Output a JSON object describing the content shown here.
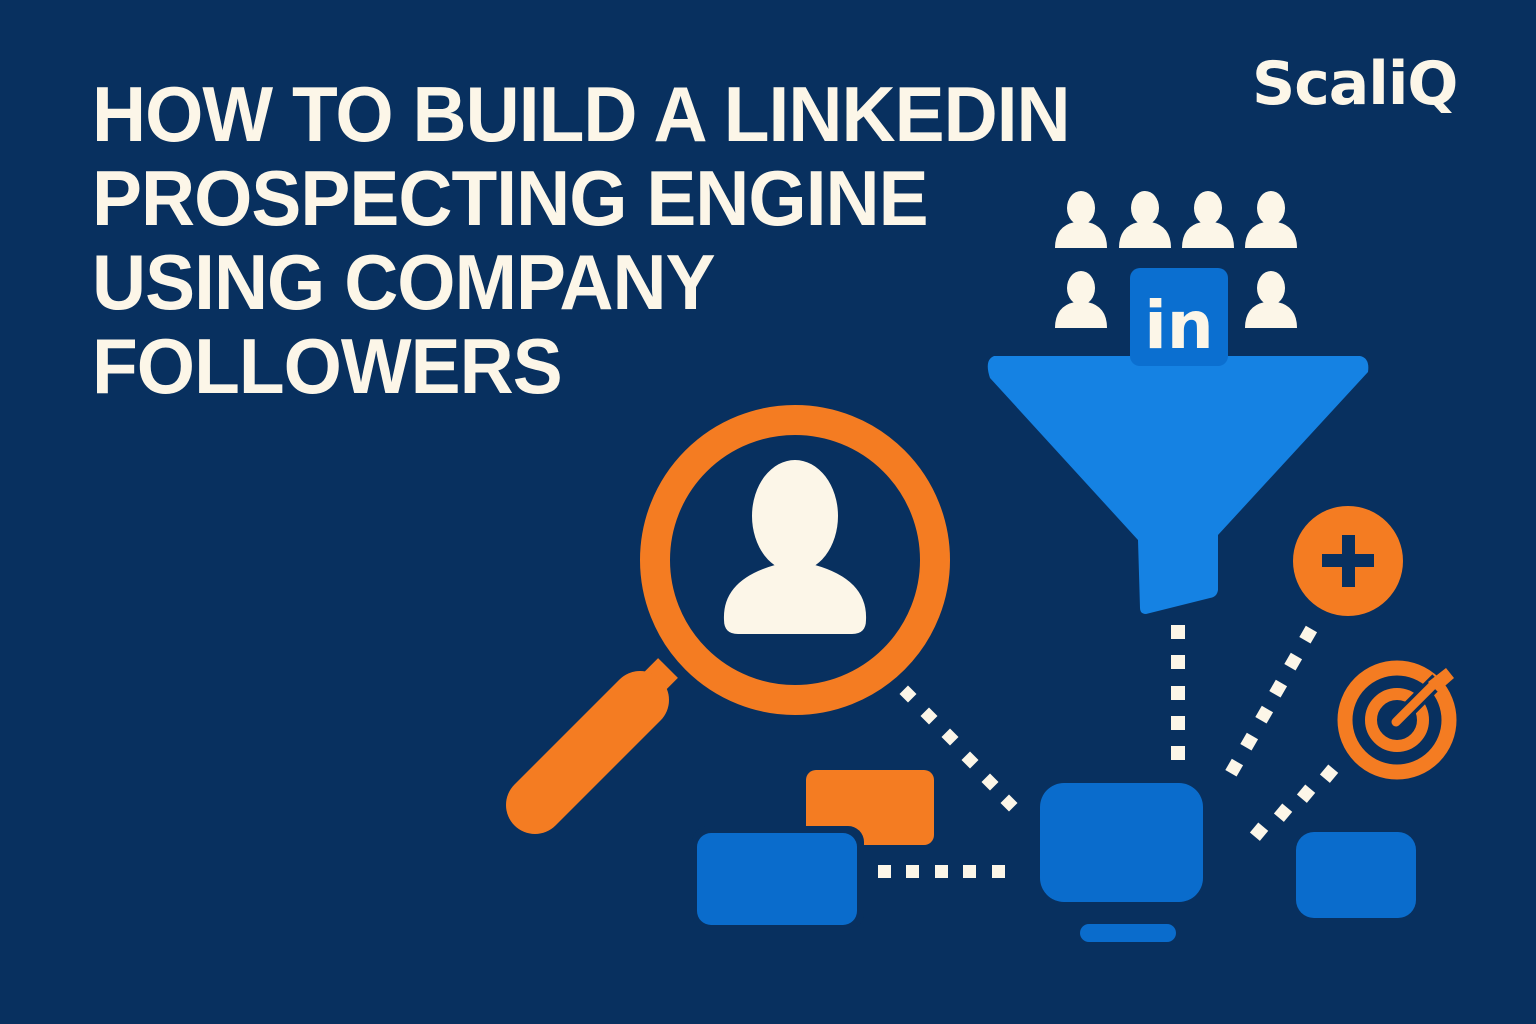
{
  "title": {
    "lines": [
      "HOW TO BUILD A LINKEDIN",
      "PROSPECTING ENGINE",
      "USING COMPANY",
      "FOLLOWERS"
    ]
  },
  "brand": {
    "logo_text": "ScaliQ"
  },
  "illustration": {
    "badge_text": "in",
    "follower_icon_count": 6,
    "elements": [
      "followers-grid",
      "linkedin-badge",
      "funnel",
      "magnifying-glass-with-profile",
      "plus-circle",
      "target-with-arrow",
      "monitor",
      "message-cards",
      "dotted-connectors"
    ]
  },
  "colors": {
    "background": "#08305f",
    "cream": "#fcf6e8",
    "orange": "#f47c22",
    "blue": "#0a6ccc",
    "funnel_blue": "#1582e3",
    "linkedin_blue": "#0b6fd0"
  }
}
